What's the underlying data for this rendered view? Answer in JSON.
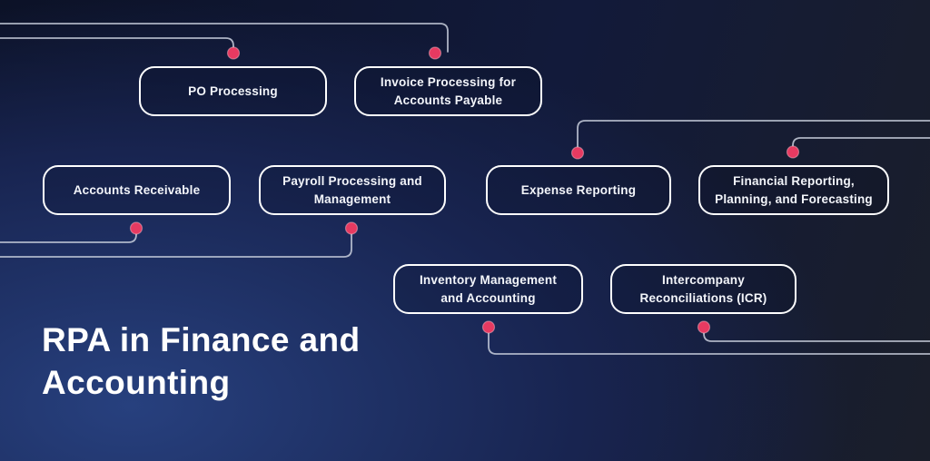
{
  "title": {
    "lines": [
      "RPA in Finance and",
      "Accounting"
    ]
  },
  "nodes": [
    {
      "id": "po-processing",
      "lines": [
        "PO Processing",
        ""
      ]
    },
    {
      "id": "invoice-processing-ap",
      "lines": [
        "Invoice Processing for",
        "Accounts Payable"
      ]
    },
    {
      "id": "accounts-receivable",
      "lines": [
        "Accounts Receivable",
        ""
      ]
    },
    {
      "id": "payroll-processing",
      "lines": [
        "Payroll Processing and",
        "Management"
      ]
    },
    {
      "id": "expense-reporting",
      "lines": [
        "Expense Reporting",
        ""
      ]
    },
    {
      "id": "financial-reporting",
      "lines": [
        "Financial Reporting,",
        "Planning, and Forecasting"
      ]
    },
    {
      "id": "inventory-management",
      "lines": [
        "Inventory Management",
        "and Accounting"
      ]
    },
    {
      "id": "intercompany-reconciliations",
      "lines": [
        "Intercompany",
        "Reconciliations (ICR)"
      ]
    }
  ],
  "colors": {
    "bg_navy_glow_a": "#27407e",
    "bg_navy_glow_b": "#182450",
    "bg_dark_left": "#0c1227",
    "bg_mid": "#121a3a",
    "bg_dark_right": "#1a1e2a",
    "box_border": "#ffffff",
    "box_text": "#f3f5fa",
    "connector_line": "#c9cfdd",
    "dot_fill": "#e63a61",
    "dot_ring": "#f6c2cf",
    "title_text": "#ffffff"
  }
}
